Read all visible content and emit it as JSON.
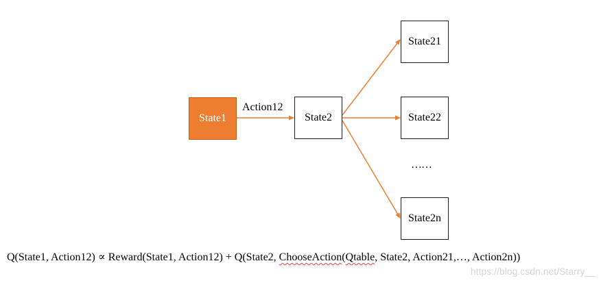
{
  "nodes": {
    "state1": "State1",
    "state2": "State2",
    "state21": "State21",
    "state22": "State22",
    "state2n": "State2n"
  },
  "edge_label": "Action12",
  "ellipsis": "……",
  "formula": {
    "part1": "Q(State1, Action12) ∝ Reward(State1, Action12) + Q(State2, ",
    "choose_action": "ChooseAction",
    "part2": "(",
    "qtable": "Qtable",
    "part3": ", State2, Action21,…, Action2n))"
  },
  "watermark": "https://blog.csdn.net/Starry__",
  "colors": {
    "accent": "#ED7D31",
    "border": "#1a1a1a"
  }
}
